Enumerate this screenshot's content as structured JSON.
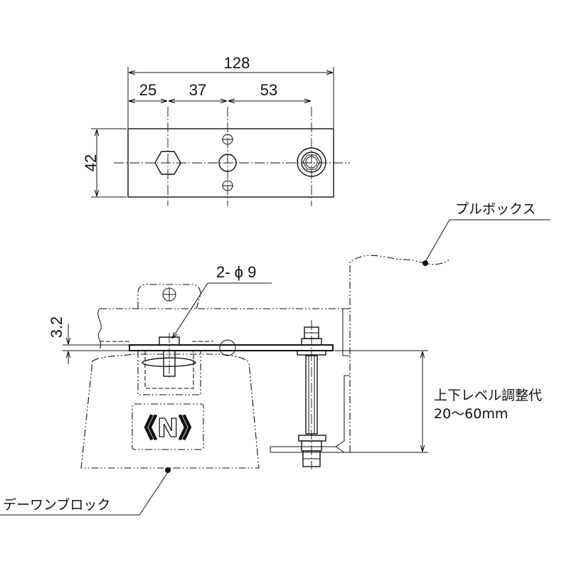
{
  "dimensions": {
    "total_width": "128",
    "seg_1": "25",
    "seg_2": "37",
    "seg_3": "53",
    "height": "42",
    "thickness": "3.2",
    "hole": "2- ϕ 9"
  },
  "labels": {
    "pull_box": "プルボックス",
    "block": "デーワンブロック",
    "adjust_line1": "上下レベル調整代",
    "adjust_line2": "20～60mm"
  },
  "logo": {
    "text": "《N》"
  }
}
